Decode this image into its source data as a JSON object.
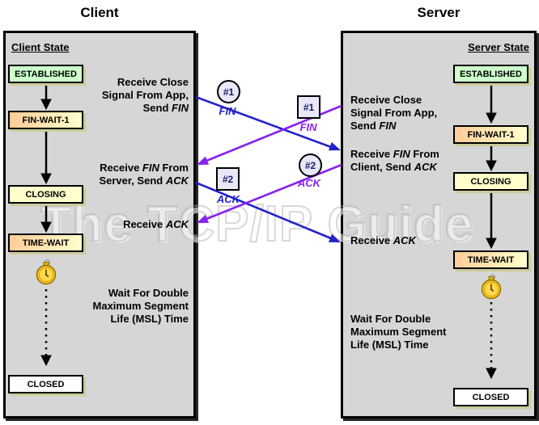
{
  "titles": {
    "client": "Client",
    "server": "Server"
  },
  "watermark": "The TCP/IP Guide",
  "left": {
    "heading": "Client State",
    "states": [
      "ESTABLISHED",
      "FIN-WAIT-1",
      "CLOSING",
      "TIME-WAIT",
      "CLOSED"
    ],
    "ann1": {
      "l1": "Receive Close",
      "l2": "Signal From App,",
      "l3a": "Send ",
      "l3b": "FIN"
    },
    "ann2": {
      "l1a": "Receive ",
      "l1b": "FIN",
      "l1c": " From",
      "l2a": "Server, Send ",
      "l2b": "ACK"
    },
    "ann3": {
      "a": "Receive ",
      "b": "ACK"
    },
    "ann4": {
      "l1": "Wait For Double",
      "l2": "Maximum Segment",
      "l3": "Life (MSL) Time"
    }
  },
  "right": {
    "heading": "Server State",
    "states": [
      "ESTABLISHED",
      "FIN-WAIT-1",
      "CLOSING",
      "TIME-WAIT",
      "CLOSED"
    ],
    "ann1": {
      "l1": "Receive Close",
      "l2": "Signal From App,",
      "l3a": "Send ",
      "l3b": "FIN"
    },
    "ann2": {
      "l1a": "Receive ",
      "l1b": "FIN",
      "l1c": " From",
      "l2a": "Client, Send ",
      "l2b": "ACK"
    },
    "ann3": {
      "a": "Receive ",
      "b": "ACK"
    },
    "ann4": {
      "l1": "Wait For Double",
      "l2": "Maximum Segment",
      "l3": "Life (MSL) Time"
    }
  },
  "messages": {
    "client_fin": {
      "num": "#1",
      "label": "FIN"
    },
    "server_fin": {
      "num": "#1",
      "label": "FIN"
    },
    "client_ack": {
      "num": "#2",
      "label": "ACK"
    },
    "server_ack": {
      "num": "#2",
      "label": "ACK"
    }
  },
  "colors": {
    "client_blue": "#2222cc",
    "server_purple": "#8822ee",
    "panel_bg": "#d6d6d6",
    "state_green": "#ccffcc",
    "state_yellow": "#ffffcc",
    "state_orange": "#ffcc99",
    "state_white": "#ffffff",
    "marker_fill": "#e8e8fa",
    "marker_text": "#1b1b66",
    "box_shadow": "#cccc99"
  }
}
